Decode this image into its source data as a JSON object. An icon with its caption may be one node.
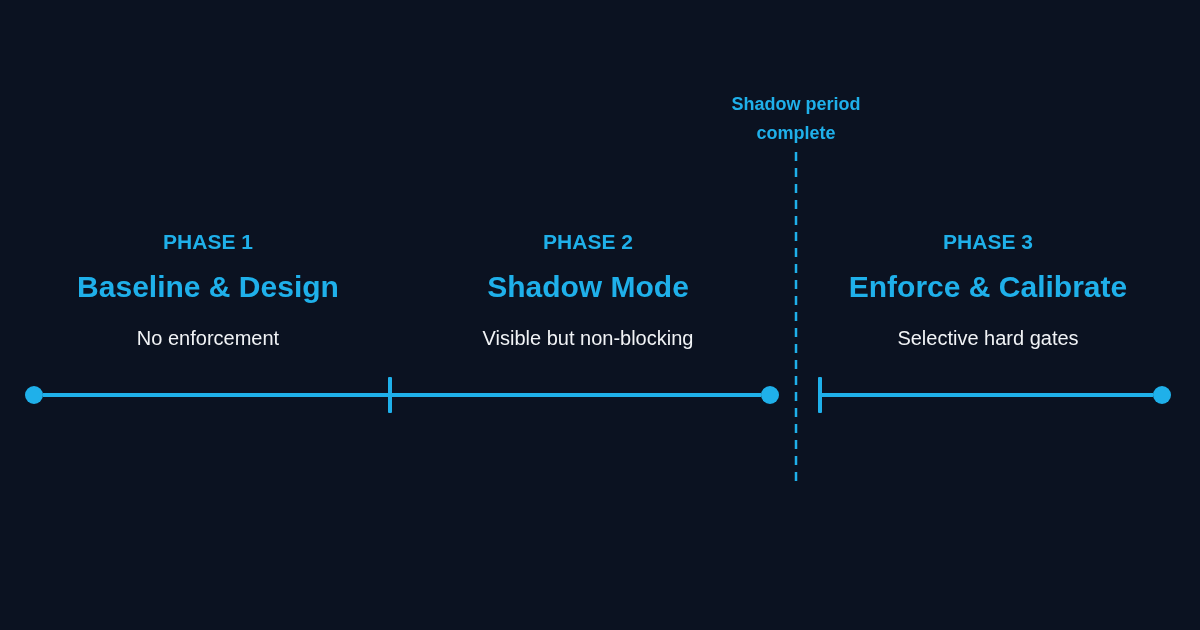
{
  "diagram": {
    "nodes": [
      {
        "text": [],
        "shape": "circle"
      },
      {
        "text": [],
        "shape": "bar"
      },
      {
        "text": [],
        "shape": "circle"
      },
      {
        "text": [],
        "shape": "bar"
      },
      {
        "text": [],
        "shape": "circle"
      }
    ],
    "edges": [
      {
        "from": 0,
        "to": 1,
        "arrow": "none"
      },
      {
        "from": 1,
        "to": 2,
        "arrow": "none"
      },
      {
        "from": 3,
        "to": 4,
        "arrow": "none"
      }
    ],
    "labels": [
      "Shadow period complete",
      "PHASE 1",
      "Baseline & Design",
      "No enforcement",
      "PHASE 2",
      "Shadow Mode",
      "Visible but non-blocking",
      "PHASE 3",
      "Enforce & Calibrate",
      "Selective hard gates"
    ]
  }
}
